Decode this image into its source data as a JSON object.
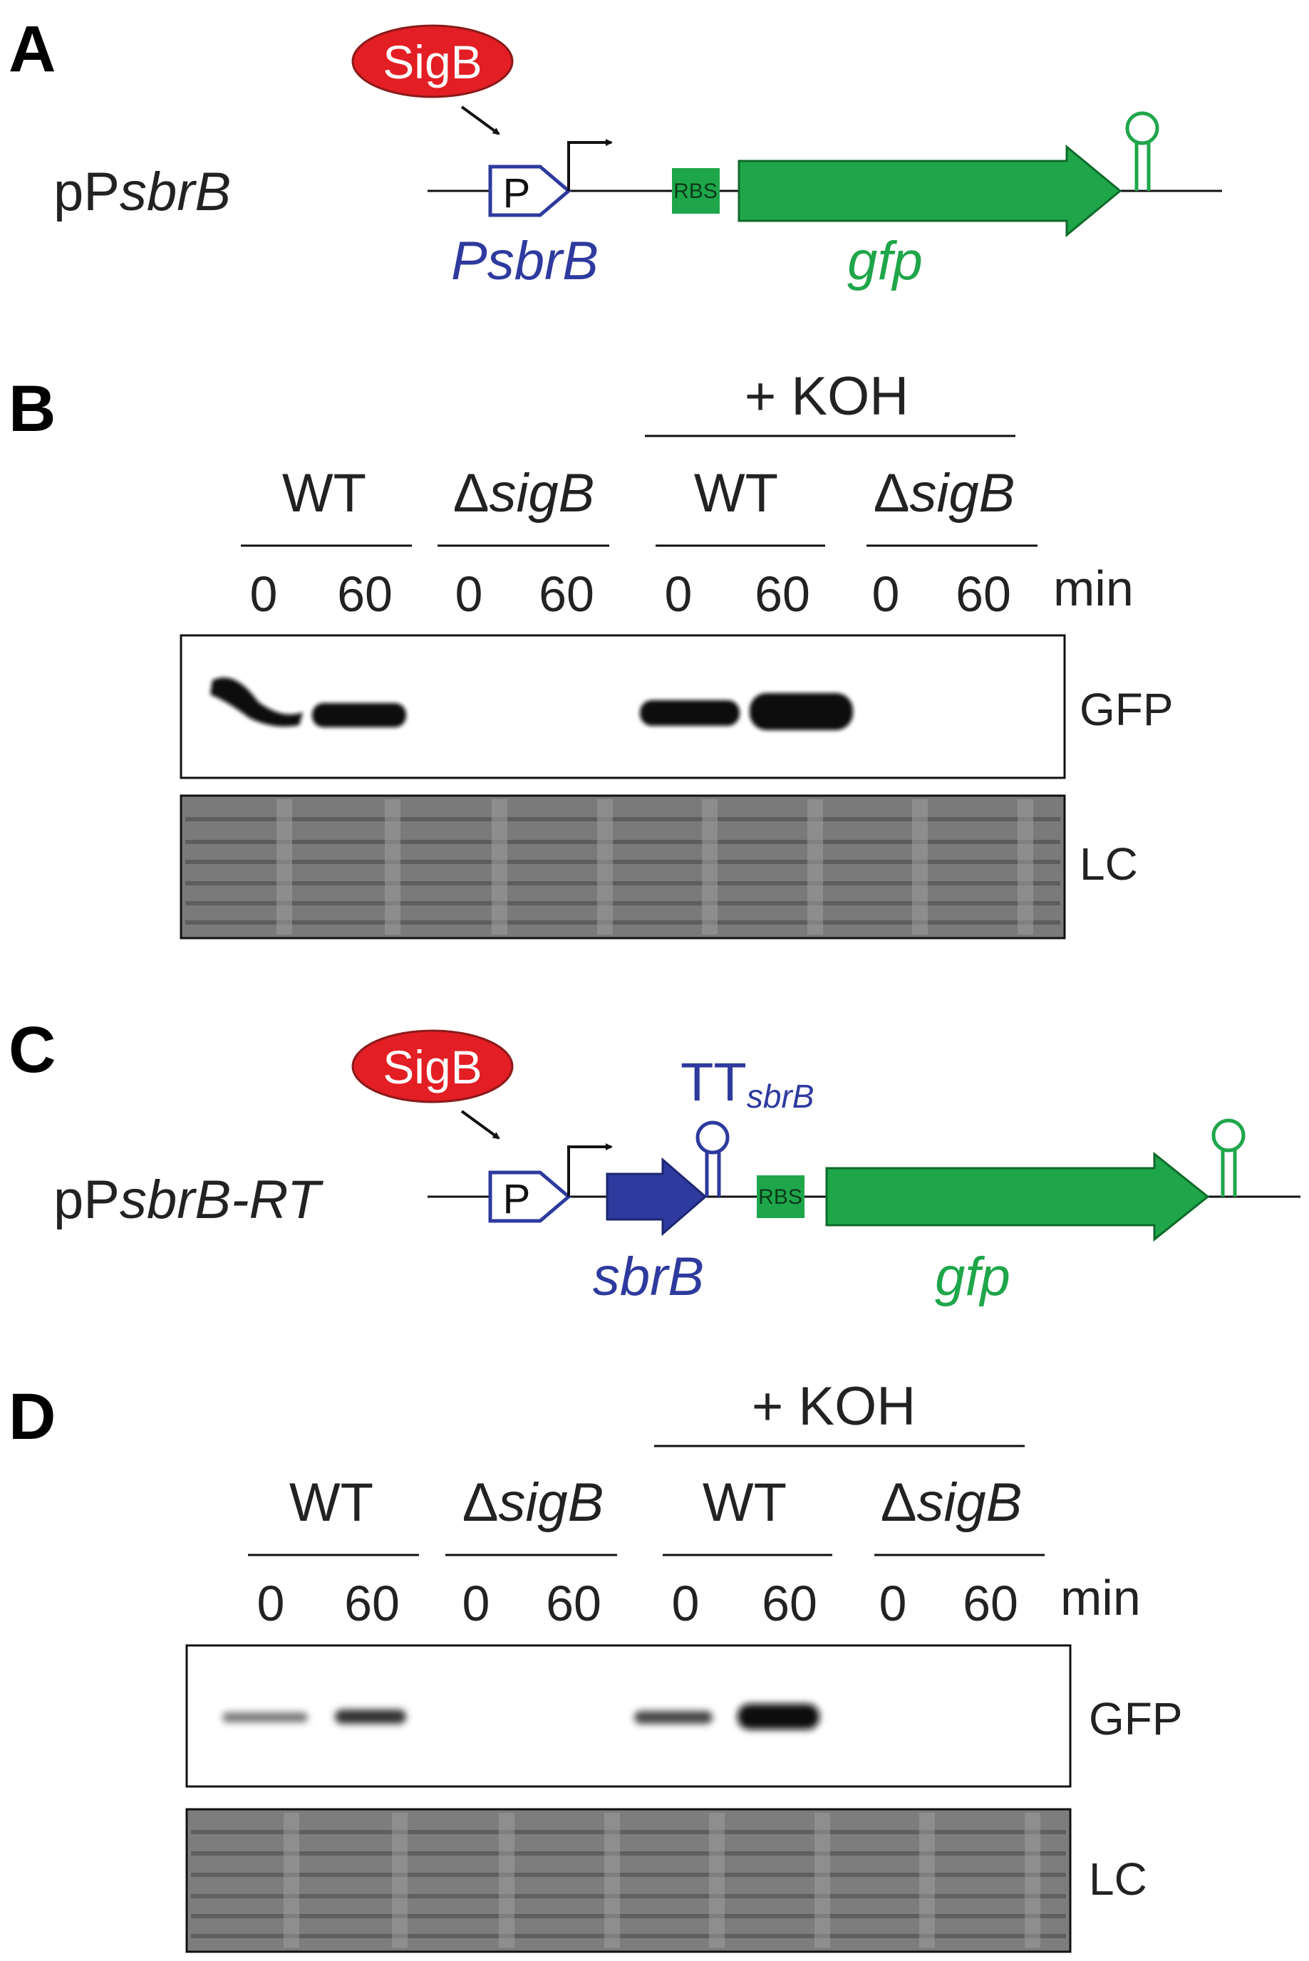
{
  "panel_a": {
    "letter": "A",
    "construct_prefix": "pP",
    "construct_italic": "sbrB",
    "sigma_label": "SigB",
    "promoter_letter": "P",
    "promoter_name": "PsbrB",
    "rbs": "RBS",
    "gene": "gfp"
  },
  "panel_b": {
    "letter": "B",
    "treatment": "+ KOH",
    "wt": "WT",
    "delta": "Δ",
    "mutant": "sigB",
    "times": [
      "0",
      "60",
      "0",
      "60",
      "0",
      "60",
      "0",
      "60"
    ],
    "time_unit": "min",
    "row_gfp": "GFP",
    "row_lc": "LC"
  },
  "panel_c": {
    "letter": "C",
    "construct_prefix": "pP",
    "construct_italic": "sbrB-RT",
    "sigma_label": "SigB",
    "promoter_letter": "P",
    "terminator_main": "TT",
    "terminator_sub": "sbrB",
    "gene1": "sbrB",
    "rbs": "RBS",
    "gene2": "gfp"
  },
  "panel_d": {
    "letter": "D",
    "treatment": "+ KOH",
    "wt": "WT",
    "delta": "Δ",
    "mutant": "sigB",
    "times": [
      "0",
      "60",
      "0",
      "60",
      "0",
      "60",
      "0",
      "60"
    ],
    "time_unit": "min",
    "row_gfp": "GFP",
    "row_lc": "LC"
  },
  "colors": {
    "sigb_red": "#e31e24",
    "promoter_blue": "#2e3a9e",
    "gene_green": "#1fa64a",
    "band": "#111111",
    "lc_gel": "#7a7a7a"
  }
}
